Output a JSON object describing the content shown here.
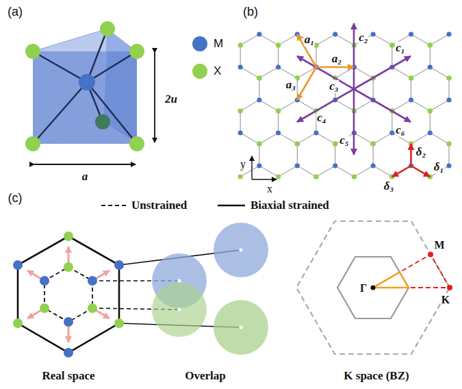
{
  "diagram": {
    "labels": [
      "(a)",
      "(b)",
      "(c)",
      "a",
      "2u",
      "a₁",
      "a₂",
      "a₃",
      "c₁",
      "c₂",
      "c₃",
      "c₄",
      "c₅",
      "c₆",
      "δ₁",
      "δ₂",
      "δ₃",
      "y",
      "x",
      "Real space",
      "Overlap",
      "K space (BZ)",
      "Γ",
      "M",
      "K"
    ],
    "legend": [
      {
        "text": "M",
        "color": "#4472c4"
      },
      {
        "text": "X",
        "color": "#92d050"
      },
      {
        "text": "Unstrained"
      },
      {
        "text": "Biaxial strained"
      }
    ]
  }
}
